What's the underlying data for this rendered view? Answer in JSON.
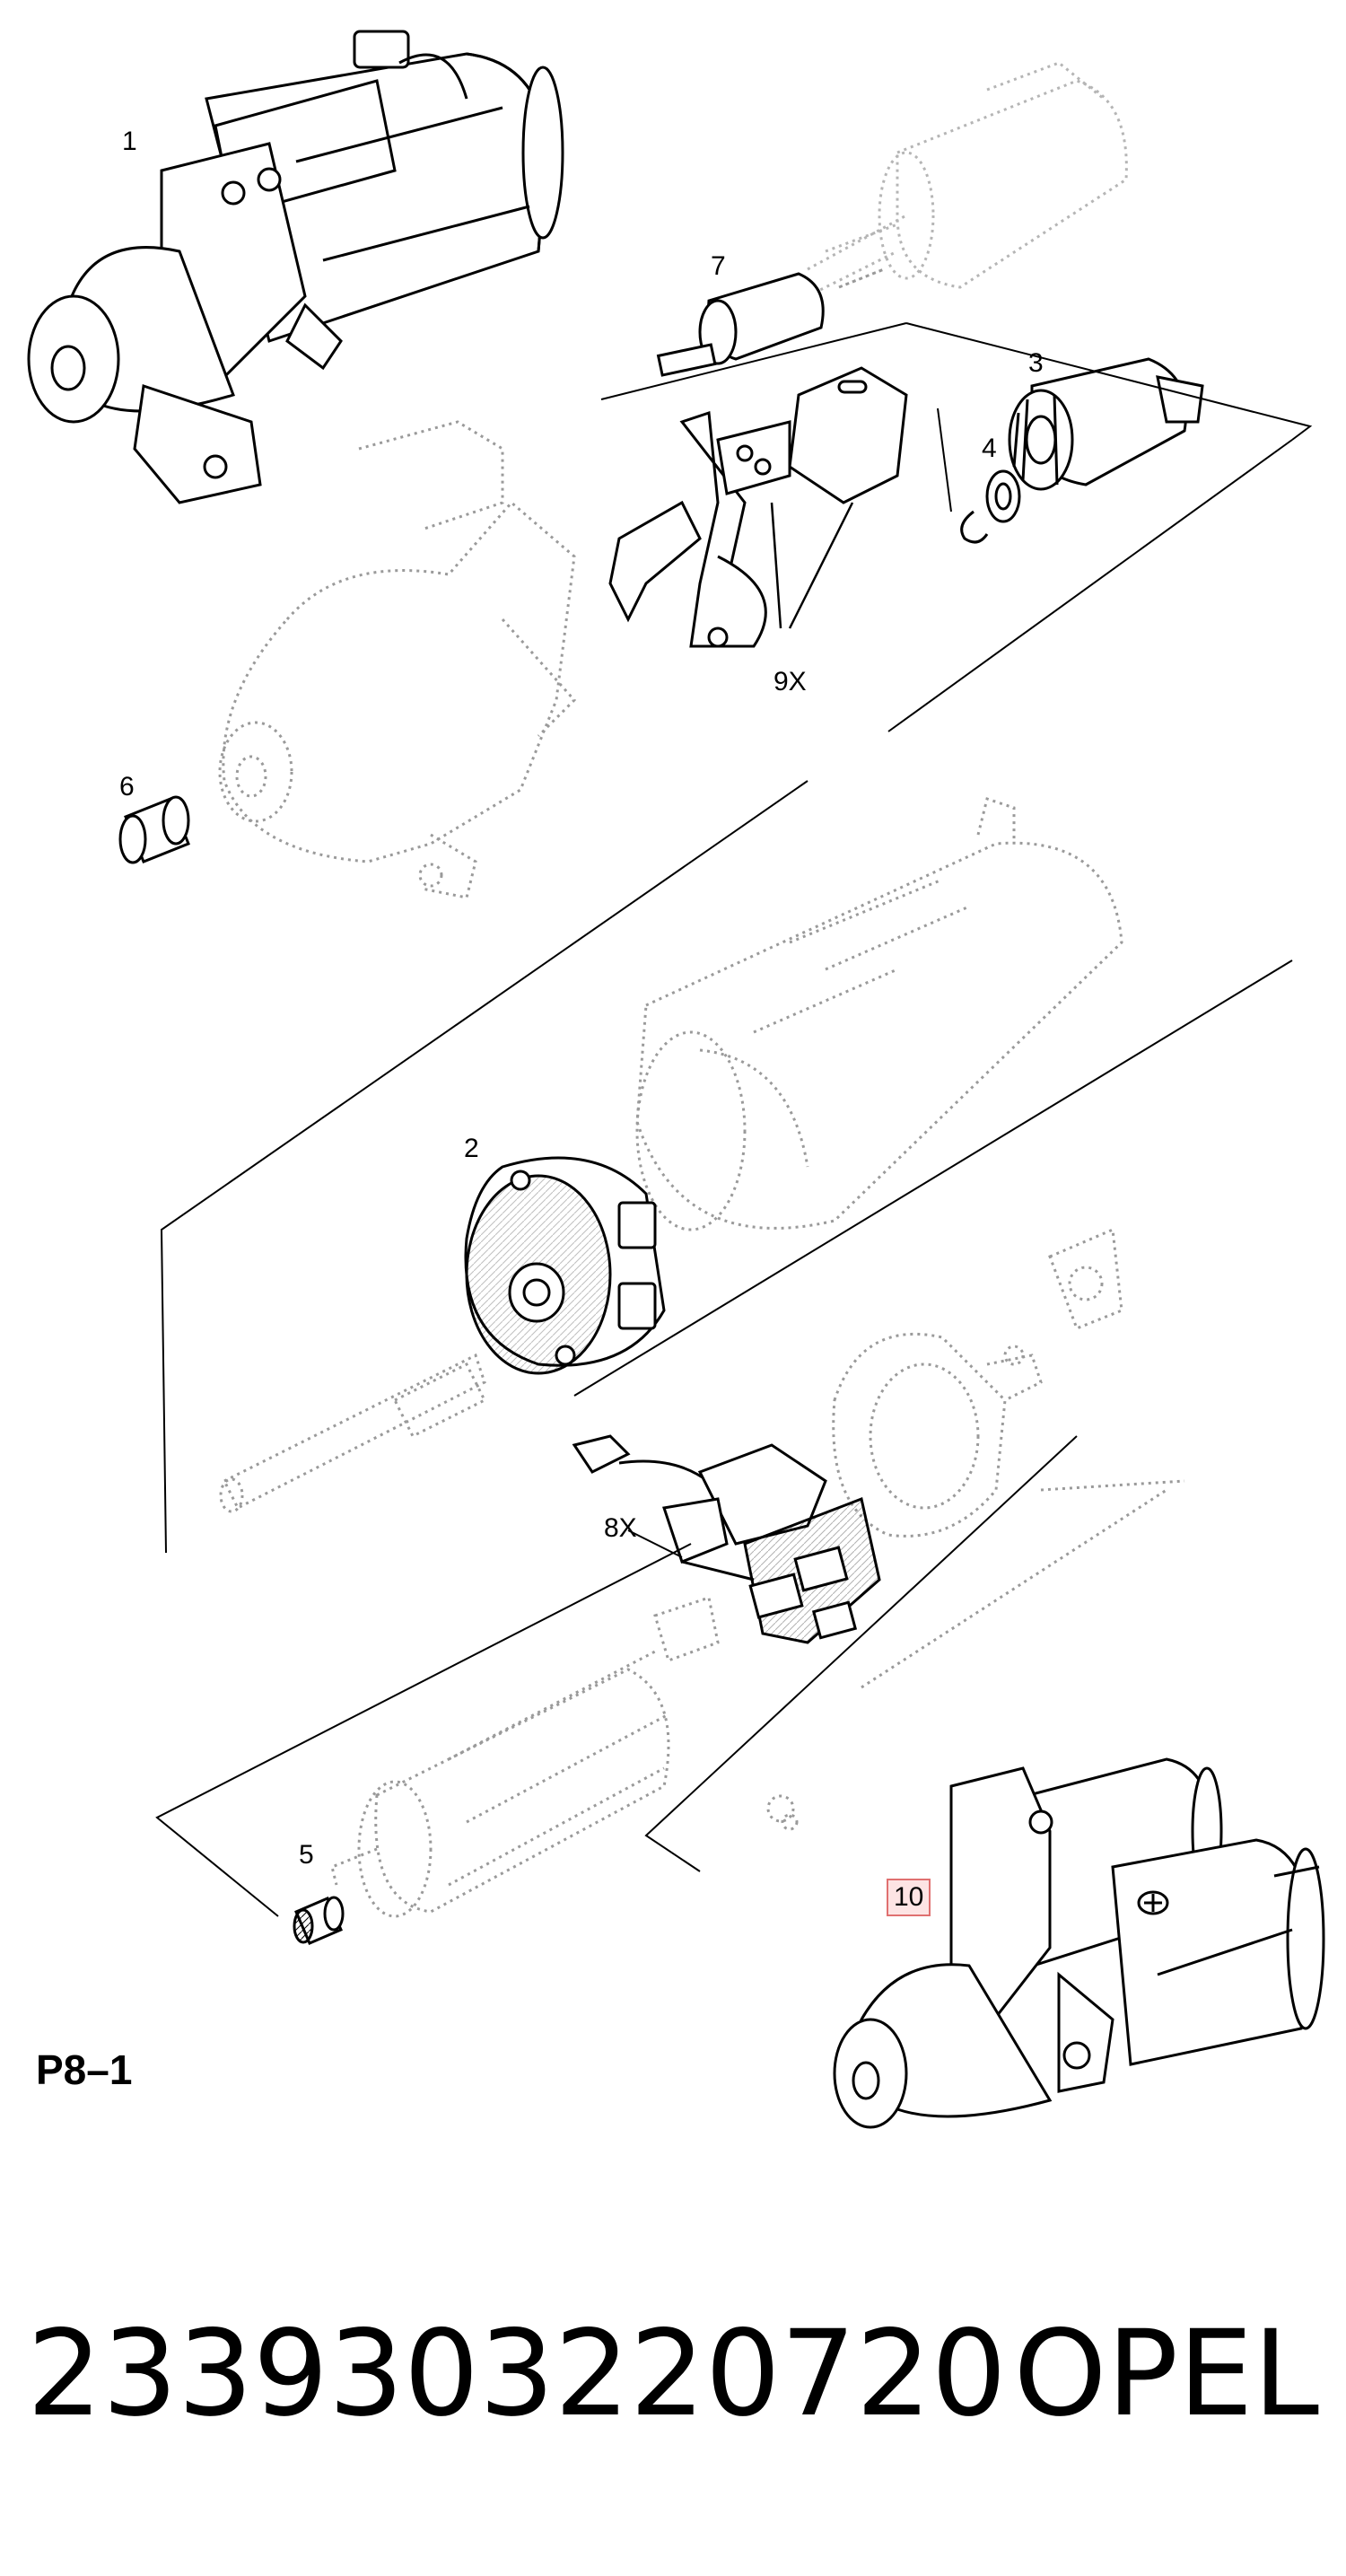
{
  "callouts": [
    "1",
    "7",
    "3",
    "4",
    "9X",
    "6",
    "2",
    "8X",
    "5",
    "10"
  ],
  "page_code": "P8–1",
  "footer": {
    "part_number": "2339303220720",
    "brand": "OPEL"
  },
  "colors": {
    "line": "#000000",
    "ghost": "#bdbdbd",
    "highlight_fill": "#fde4e4",
    "highlight_border": "#e07070"
  }
}
